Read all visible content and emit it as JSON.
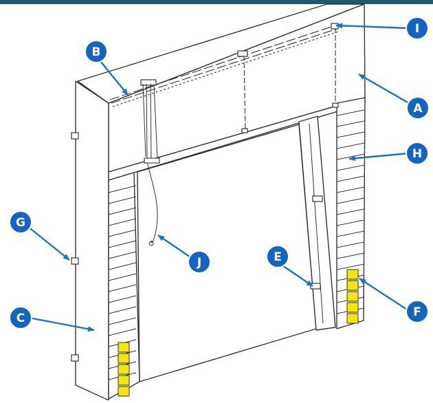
{
  "colors": {
    "top_bar": "#1d5a6b",
    "line": "#333333",
    "marker_fill": "#1565c0",
    "marker_text": "#ffffff",
    "arrow": "#1a73c8",
    "yellow": "#f2e60c"
  },
  "callouts": [
    {
      "id": "A",
      "label": "A"
    },
    {
      "id": "B",
      "label": "B"
    },
    {
      "id": "C",
      "label": "C"
    },
    {
      "id": "E",
      "label": "E"
    },
    {
      "id": "F",
      "label": "F"
    },
    {
      "id": "G",
      "label": "G"
    },
    {
      "id": "H",
      "label": "H"
    },
    {
      "id": "I",
      "label": "I"
    },
    {
      "id": "J",
      "label": "J"
    }
  ]
}
